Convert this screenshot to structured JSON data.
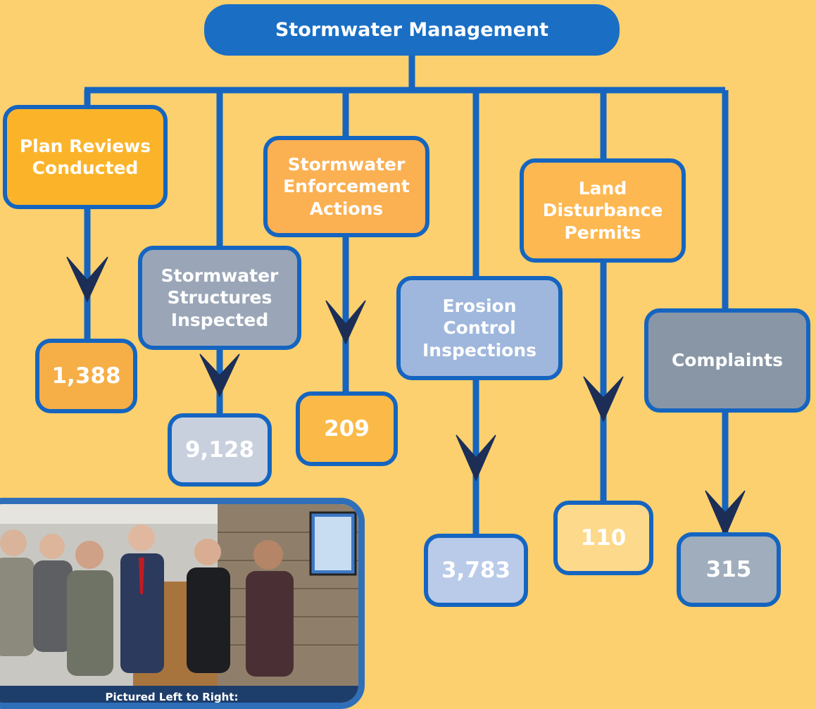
{
  "title": "Stormwater Management",
  "categories": [
    {
      "label": "Plan Reviews\nConducted",
      "value": "1,388",
      "color": "#fbb42a",
      "value_color": "#f6ae47"
    },
    {
      "label": "Stormwater\nStructures\nInspected",
      "value": "9,128",
      "color": "#9aa6b7",
      "value_color": "#c8d0de"
    },
    {
      "label": "Stormwater\nEnforcement\nActions",
      "value": "209",
      "color": "#fbb052",
      "value_color": "#fbba47"
    },
    {
      "label": "Erosion\nControl\nInspections",
      "value": "3,783",
      "color": "#9fb7dc",
      "value_color": "#b9cbe9"
    },
    {
      "label": "Land\nDisturbance\nPermits",
      "value": "110",
      "color": "#fdb851",
      "value_color": "#fdd98b"
    },
    {
      "label": "Complaints",
      "value": "315",
      "color": "#8996a6",
      "value_color": "#a0adbd"
    }
  ],
  "photo": {
    "caption": "Pictured Left to Right:"
  },
  "colors": {
    "background": "#fcd06e",
    "line": "#1565c0",
    "title_box": "#1a6fc4",
    "arrow": "#1c2e56"
  }
}
